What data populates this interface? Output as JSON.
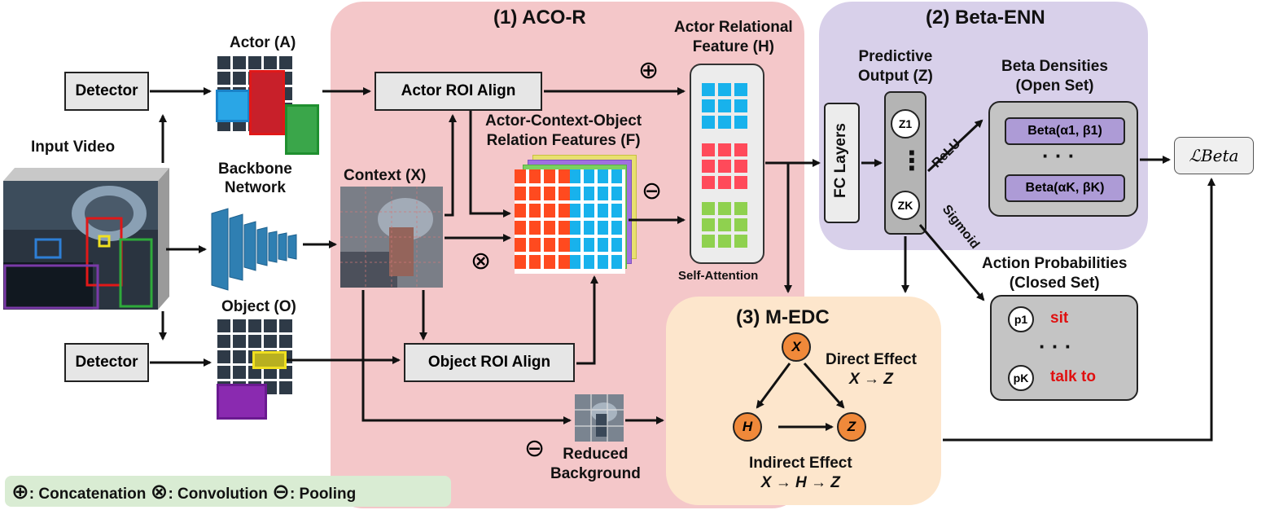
{
  "regions": {
    "aco_r_title": "(1) ACO-R",
    "beta_enn_title": "(2) Beta-ENN",
    "m_edc_title": "(3) M-EDC"
  },
  "inputs": {
    "input_video": "Input Video",
    "detector_top": "Detector",
    "detector_bottom": "Detector",
    "actor_label": "Actor (A)",
    "object_label": "Object (O)",
    "backbone_line1": "Backbone",
    "backbone_line2": "Network"
  },
  "aco_r": {
    "actor_roi_align": "Actor ROI Align",
    "object_roi_align": "Object ROI Align",
    "context_label": "Context (X)",
    "relation_line1": "Actor-Context-Object",
    "relation_line2": "Relation Features (F)",
    "actor_rel_line1": "Actor Relational",
    "actor_rel_line2": "Feature (H)",
    "self_attention": "Self-Attention",
    "reduced_line1": "Reduced",
    "reduced_line2": "Background"
  },
  "beta_enn": {
    "fc_layers": "FC Layers",
    "pred_line1": "Predictive",
    "pred_line2": "Output (Z)",
    "z1": "Z1",
    "zk": "ZK",
    "dots_vertical": "⋮",
    "relu": "ReLU",
    "sigmoid": "Sigmoid",
    "beta_densities_line1": "Beta Densities",
    "beta_densities_line2": "(Open Set)",
    "beta1": "Beta(α1, β1)",
    "betak": "Beta(αK, βK)",
    "dots": "· · ·",
    "loss": "ℒBeta"
  },
  "probs": {
    "title_line1": "Action Probabilities",
    "title_line2": "(Closed Set)",
    "p1": "p1",
    "pk": "pK",
    "sit": "sit",
    "talk_to": "talk to",
    "dots": "· · ·"
  },
  "m_edc": {
    "x": "X",
    "h": "H",
    "z": "Z",
    "direct_effect": "Direct Effect",
    "direct_path": "X → Z",
    "indirect_effect": "Indirect Effect",
    "indirect_path": "X → H → Z"
  },
  "legend": {
    "concat": ": Concatenation",
    "conv": ": Convolution",
    "pool": ": Pooling",
    "concat_sym": "⊕",
    "conv_sym": "⊗",
    "pool_sym": "⊖"
  },
  "colors": {
    "aco_r_bg": "#f4c7c9",
    "beta_enn_bg": "#d8d0ea",
    "m_edc_bg": "#fde6cc",
    "legend_bg": "#d9ecd3",
    "feature_red": "#ff4a1f",
    "feature_blue": "#18b2ec",
    "feature_green": "#8fd14f",
    "grid_dark": "#2e3a47",
    "node_orange": "#f0893a",
    "red_text": "#e01010"
  }
}
